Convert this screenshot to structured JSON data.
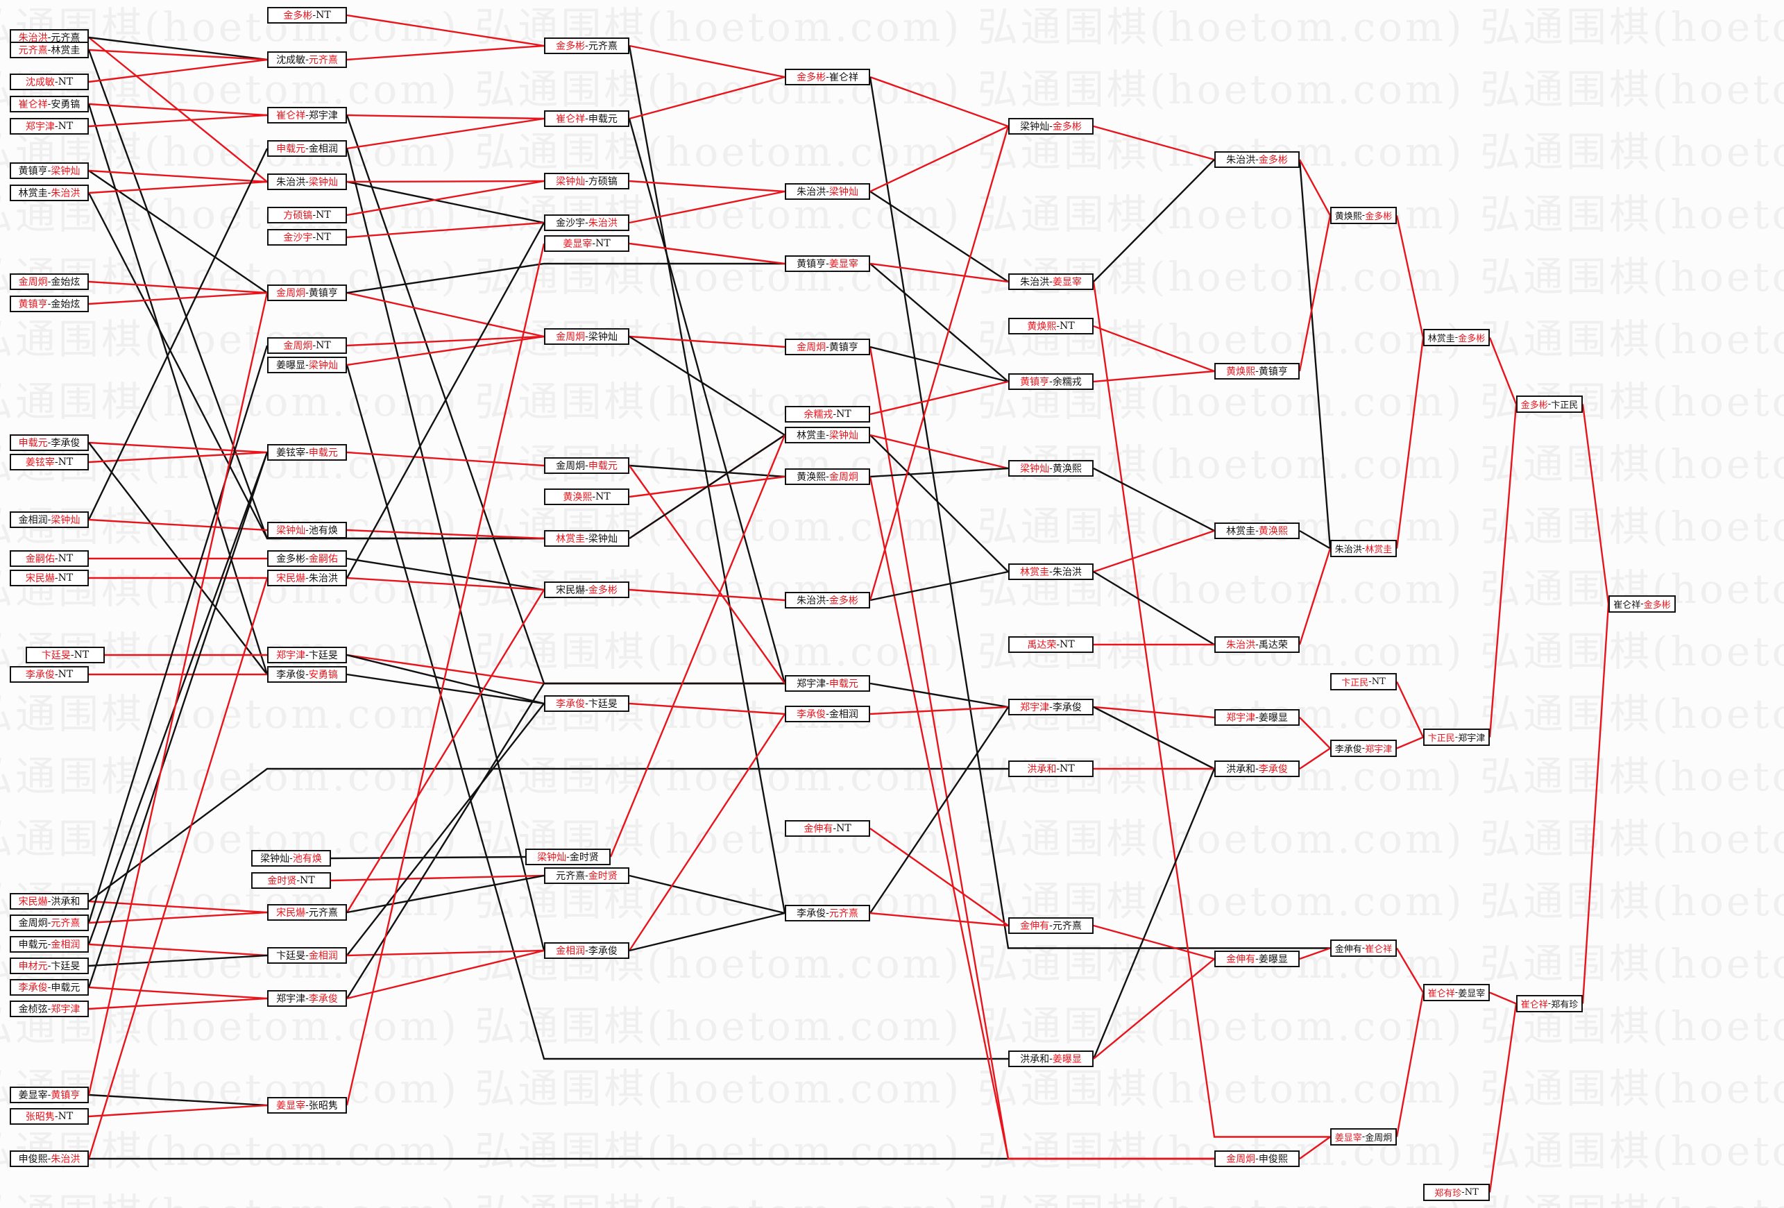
{
  "watermark": "弘通围棋(hoetom.com)",
  "colors": {
    "winner": "#e8141c",
    "loser_line": "#111111",
    "winner_line": "#e8141c"
  },
  "columns": [
    {
      "matches": [
        {
          "a": "朱治洪",
          "b": "元齐熹",
          "w": 0
        },
        {
          "a": "元齐熹",
          "b": "林赏圭",
          "w": 0
        },
        {
          "a": "沈成敏",
          "b": "NT",
          "w": 0
        },
        {
          "a": "崔仑祥",
          "b": "安勇镐",
          "w": 0
        },
        {
          "a": "郑宇津",
          "b": "NT",
          "w": 0
        },
        {
          "a": "黄镇亨",
          "b": "梁钟灿",
          "w": 1
        },
        {
          "a": "林赏圭",
          "b": "朱治洪",
          "w": 1
        },
        {
          "a": "金周炯",
          "b": "金始炫",
          "w": 0
        },
        {
          "a": "黄镇亨",
          "b": "金始炫",
          "w": 0
        },
        {
          "a": "申载元",
          "b": "李承俊",
          "w": 0
        },
        {
          "a": "姜铉宰",
          "b": "NT",
          "w": 0
        },
        {
          "a": "金相润",
          "b": "梁钟灿",
          "w": 1
        },
        {
          "a": "金嗣佑",
          "b": "NT",
          "w": 0
        },
        {
          "a": "宋民爀",
          "b": "NT",
          "w": 0
        },
        {
          "a": "卞廷旻",
          "b": "NT",
          "w": 0
        },
        {
          "a": "李承俊",
          "b": "NT",
          "w": 0
        },
        {
          "a": "宋民爀",
          "b": "洪承和",
          "w": 0
        },
        {
          "a": "金周炯",
          "b": "元齐熹",
          "w": 1
        },
        {
          "a": "申载元",
          "b": "金相润",
          "w": 1
        },
        {
          "a": "申材元",
          "b": "卞廷旻",
          "w": 0
        },
        {
          "a": "李承俊",
          "b": "申载元",
          "w": 0
        },
        {
          "a": "金桢弦",
          "b": "郑宇津",
          "w": 1
        },
        {
          "a": "姜显宰",
          "b": "黄镇亨",
          "w": 1
        },
        {
          "a": "张昭隽",
          "b": "NT",
          "w": 0
        },
        {
          "a": "申俊熙",
          "b": "朱治洪",
          "w": 1
        }
      ]
    },
    {
      "matches": [
        {
          "a": "金多彬",
          "b": "NT",
          "w": 0
        },
        {
          "a": "沈成敏",
          "b": "元齐熹",
          "w": 1
        },
        {
          "a": "崔仑祥",
          "b": "郑宇津",
          "w": 0
        },
        {
          "a": "申载元",
          "b": "金相润",
          "w": 0
        },
        {
          "a": "朱治洪",
          "b": "梁钟灿",
          "w": 1
        },
        {
          "a": "方硕镐",
          "b": "NT",
          "w": 0
        },
        {
          "a": "金沙宇",
          "b": "NT",
          "w": 0
        },
        {
          "a": "金周炯",
          "b": "黄镇亨",
          "w": 0
        },
        {
          "a": "金周炯",
          "b": "NT",
          "w": 0
        },
        {
          "a": "姜曝显",
          "b": "梁钟灿",
          "w": 1
        },
        {
          "a": "姜铉宰",
          "b": "申载元",
          "w": 1
        },
        {
          "a": "梁钟灿",
          "b": "池有焕",
          "w": 0
        },
        {
          "a": "金多彬",
          "b": "金嗣佑",
          "w": 1
        },
        {
          "a": "宋民爀",
          "b": "朱治洪",
          "w": 0
        },
        {
          "a": "郑宇津",
          "b": "卞廷旻",
          "w": 0
        },
        {
          "a": "李承俊",
          "b": "安勇镐",
          "w": 1
        },
        {
          "a": "梁钟灿",
          "b": "池有焕",
          "w": 1
        },
        {
          "a": "金时贤",
          "b": "NT",
          "w": 0
        },
        {
          "a": "宋民爀",
          "b": "元齐熹",
          "w": 0
        },
        {
          "a": "卞廷旻",
          "b": "金相润",
          "w": 1
        },
        {
          "a": "郑宇津",
          "b": "李承俊",
          "w": 1
        },
        {
          "a": "姜显宰",
          "b": "张昭隽",
          "w": 0
        }
      ]
    },
    {
      "matches": [
        {
          "a": "金多彬",
          "b": "元齐熹",
          "w": 0
        },
        {
          "a": "崔仑祥",
          "b": "申载元",
          "w": 0
        },
        {
          "a": "梁钟灿",
          "b": "方硕镐",
          "w": 0
        },
        {
          "a": "金沙宇",
          "b": "朱治洪",
          "w": 1
        },
        {
          "a": "姜显宰",
          "b": "NT",
          "w": 0
        },
        {
          "a": "金周炯",
          "b": "梁钟灿",
          "w": 0
        },
        {
          "a": "金周炯",
          "b": "申载元",
          "w": 1
        },
        {
          "a": "黄涣熙",
          "b": "NT",
          "w": 0
        },
        {
          "a": "林赏圭",
          "b": "梁钟灿",
          "w": 0
        },
        {
          "a": "宋民爀",
          "b": "金多彬",
          "w": 1
        },
        {
          "a": "李承俊",
          "b": "卞廷旻",
          "w": 0
        },
        {
          "a": "梁钟灿",
          "b": "金时贤",
          "w": 0
        },
        {
          "a": "元齐熹",
          "b": "金时贤",
          "w": 1
        },
        {
          "a": "金相润",
          "b": "李承俊",
          "w": 0
        }
      ]
    },
    {
      "matches": [
        {
          "a": "金多彬",
          "b": "崔仑祥",
          "w": 0
        },
        {
          "a": "朱治洪",
          "b": "梁钟灿",
          "w": 1
        },
        {
          "a": "黄镇亨",
          "b": "姜显宰",
          "w": 1
        },
        {
          "a": "金周炯",
          "b": "黄镇亨",
          "w": 0
        },
        {
          "a": "余糯戎",
          "b": "NT",
          "w": 0
        },
        {
          "a": "林赏圭",
          "b": "梁钟灿",
          "w": 1
        },
        {
          "a": "黄涣熙",
          "b": "金周炯",
          "w": 1
        },
        {
          "a": "朱治洪",
          "b": "金多彬",
          "w": 1
        },
        {
          "a": "郑宇津",
          "b": "申载元",
          "w": 1
        },
        {
          "a": "李承俊",
          "b": "金相润",
          "w": 0
        },
        {
          "a": "金伸有",
          "b": "NT",
          "w": 0
        },
        {
          "a": "李承俊",
          "b": "元齐熹",
          "w": 1
        }
      ]
    },
    {
      "matches": [
        {
          "a": "梁钟灿",
          "b": "金多彬",
          "w": 1
        },
        {
          "a": "朱治洪",
          "b": "姜显宰",
          "w": 1
        },
        {
          "a": "黄焕熙",
          "b": "NT",
          "w": 0
        },
        {
          "a": "黄镇亨",
          "b": "余糯戎",
          "w": 0
        },
        {
          "a": "梁钟灿",
          "b": "黄涣熙",
          "w": 0
        },
        {
          "a": "林赏圭",
          "b": "朱治洪",
          "w": 0
        },
        {
          "a": "禹达荣",
          "b": "NT",
          "w": 0
        },
        {
          "a": "郑宇津",
          "b": "李承俊",
          "w": 0
        },
        {
          "a": "洪承和",
          "b": "NT",
          "w": 0
        },
        {
          "a": "金伸有",
          "b": "元齐熹",
          "w": 0
        },
        {
          "a": "洪承和",
          "b": "姜曝显",
          "w": 1
        }
      ]
    },
    {
      "matches": [
        {
          "a": "朱治洪",
          "b": "金多彬",
          "w": 1
        },
        {
          "a": "黄焕熙",
          "b": "黄镇亨",
          "w": 0
        },
        {
          "a": "林赏圭",
          "b": "黄涣熙",
          "w": 1
        },
        {
          "a": "朱治洪",
          "b": "禹达荣",
          "w": 0
        },
        {
          "a": "郑宇津",
          "b": "姜曝显",
          "w": 0
        },
        {
          "a": "洪承和",
          "b": "李承俊",
          "w": 1
        },
        {
          "a": "金伸有",
          "b": "姜曝显",
          "w": 0
        },
        {
          "a": "金周炯",
          "b": "申俊熙",
          "w": 0
        }
      ]
    },
    {
      "matches": [
        {
          "a": "黄焕熙",
          "b": "金多彬",
          "w": 1
        },
        {
          "a": "朱治洪",
          "b": "林赏圭",
          "w": 1
        },
        {
          "a": "卞正民",
          "b": "NT",
          "w": 0
        },
        {
          "a": "李承俊",
          "b": "郑宇津",
          "w": 1
        },
        {
          "a": "金伸有",
          "b": "崔仑祥",
          "w": 1
        },
        {
          "a": "姜显宰",
          "b": "金周炯",
          "w": 0
        }
      ]
    },
    {
      "matches": [
        {
          "a": "林赏圭",
          "b": "金多彬",
          "w": 1
        },
        {
          "a": "卞正民",
          "b": "郑宇津",
          "w": 0
        },
        {
          "a": "崔仑祥",
          "b": "姜显宰",
          "w": 0
        },
        {
          "a": "郑有珍",
          "b": "NT",
          "w": 0
        }
      ]
    },
    {
      "matches": [
        {
          "a": "金多彬",
          "b": "卞正民",
          "w": 0
        },
        {
          "a": "崔仑祥",
          "b": "郑有珍",
          "w": 0
        }
      ]
    },
    {
      "matches": [
        {
          "a": "崔仑祥",
          "b": "金多彬",
          "w": 1
        }
      ]
    }
  ]
}
